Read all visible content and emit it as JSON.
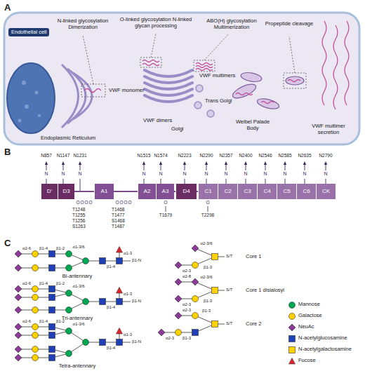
{
  "diagram": {
    "nodes": [
      {
        "text": [
          "Endothelial cell"
        ]
      },
      {
        "text": [
          "D'"
        ]
      },
      {
        "text": [
          "D3"
        ]
      },
      {
        "text": [
          "A1"
        ]
      },
      {
        "text": [
          "A2"
        ]
      },
      {
        "text": [
          "A3"
        ]
      },
      {
        "text": [
          "D4"
        ]
      },
      {
        "text": [
          "C1"
        ]
      },
      {
        "text": [
          "C2"
        ]
      },
      {
        "text": [
          "C3"
        ]
      },
      {
        "text": [
          "C4"
        ]
      },
      {
        "text": [
          "C5"
        ]
      },
      {
        "text": [
          "C6"
        ]
      },
      {
        "text": [
          "CK"
        ]
      }
    ],
    "labels": [
      "A",
      "N-linked glycosylation Dimerization",
      "O-linked glycosylation N-linked glycan processing",
      "ABO(H) glycosylation Multimerization",
      "Propeptide cleavage",
      "VWF monomer",
      "VWF dimers",
      "Golgi",
      "VWF multimers",
      "Trans Golgi",
      "Weibel Palade Body",
      "VWF multimer secretion",
      "Endoplasmic Reticulum",
      "B",
      "N857",
      "N1147",
      "N1231",
      "N1515",
      "N1574",
      "N2223",
      "N2290",
      "N2357",
      "N2400",
      "N2546",
      "N2585",
      "N2635",
      "N2790",
      "N",
      "N",
      "N",
      "N",
      "N",
      "N",
      "N",
      "N",
      "N",
      "N",
      "N",
      "N",
      "N",
      "O",
      "O",
      "O",
      "O",
      "O",
      "O",
      "O",
      "O",
      "O",
      "O",
      "T1248",
      "T1255",
      "T1256",
      "S1263",
      "T1468",
      "T1477",
      "S1468",
      "T1487",
      "T1679",
      "T2298",
      "C",
      "α2-6",
      "β1-4",
      "β1-2",
      "α1-3/6",
      "β1-4",
      "α1-3",
      "β1-N",
      "Bi-antennary",
      "α2-6",
      "β1-4",
      "β1-2",
      "α1-3/6",
      "β1-4",
      "α1-3",
      "β1-N",
      "Tri-antennary",
      "α2-6",
      "β1-4",
      "β1-2",
      "α1-3/6",
      "β1-4",
      "α1-3",
      "β1-N",
      "Tetra-antennary",
      "α2-3/6",
      "S/T",
      "α2-3",
      "β1-3",
      "Core 1",
      "α2-8",
      "α2-3/6",
      "S/T",
      "α2-3",
      "β1-3",
      "Core 1 disialosyl",
      "α2-3",
      "β1-3",
      "S/T",
      "α2-3",
      "β1-3",
      "Core 2"
    ],
    "legend": [
      {
        "text": "Mannose",
        "color": "#00a651"
      },
      {
        "text": "Galactose",
        "color": "#ffd200"
      },
      {
        "text": "NeuAc",
        "color": "#8b3a96"
      },
      {
        "text": "N-acetylglucosamine",
        "color": "#1f3fb4"
      },
      {
        "text": "N-acetylgalactosamine",
        "color": "#ffd200"
      },
      {
        "text": "Fucose",
        "color": "#e3242b"
      }
    ]
  }
}
